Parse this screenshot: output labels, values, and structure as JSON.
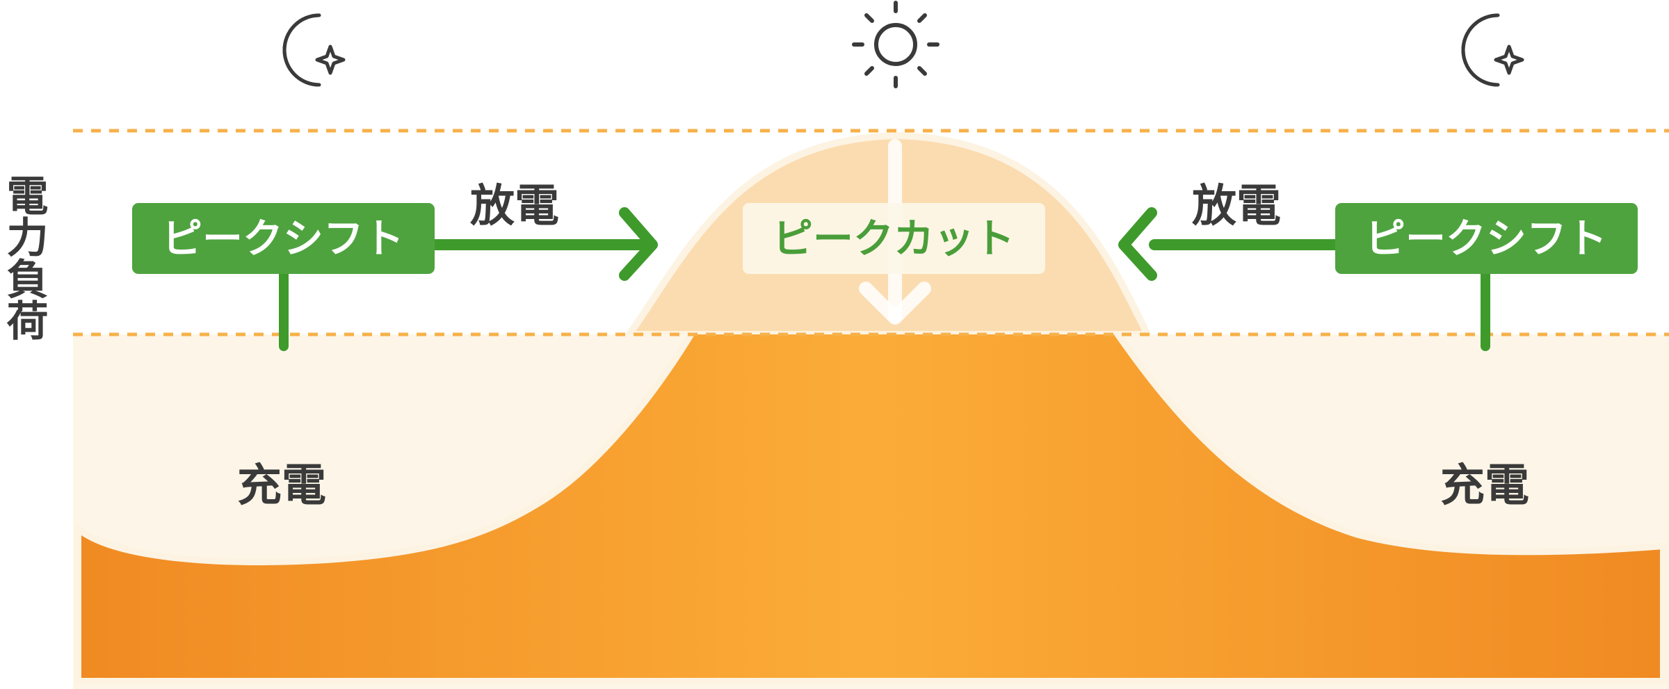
{
  "y_axis_label": "電力負荷",
  "icons": {
    "left": "moon-stars-icon",
    "center": "sun-icon",
    "right": "moon-stars-icon"
  },
  "labels": {
    "peak_shift_left": "ピークシフト",
    "peak_shift_right": "ピークシフト",
    "peak_cut": "ピークカット",
    "discharge_left": "放電",
    "discharge_right": "放電",
    "charge_left": "充電",
    "charge_right": "充電"
  },
  "colors": {
    "orange_main": "#f7a030",
    "orange_edge": "#f18a1f",
    "peak_fill": "#fbdcb0",
    "cream_fill": "#fdf6e8",
    "green": "#4ea33f",
    "green_dark": "#3f9a2c",
    "dashed_line": "#f6b14a",
    "text_dark": "#3a3a3a"
  }
}
